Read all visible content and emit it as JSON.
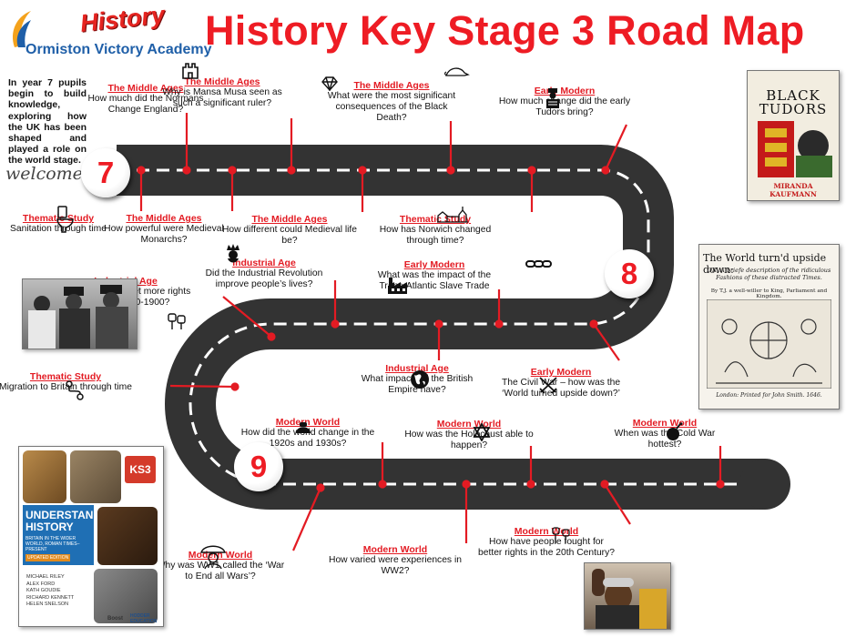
{
  "title": "History Key Stage 3 Road Map",
  "logo": {
    "history_text": "History",
    "school_name": "Ormiston Victory Academy"
  },
  "intro": "In year 7 pupils begin to build knowledge, exploring how the UK has been shaped and played a role on the world stage.",
  "welcome": "welcome",
  "markers": [
    "7",
    "8",
    "9"
  ],
  "nodes": [
    {
      "category": "The Middle Ages",
      "question": "How much did the Normans Change England?"
    },
    {
      "category": "The Middle Ages",
      "question": "Why is Mansa Musa seen as such a significant ruler?"
    },
    {
      "category": "The Middle Ages",
      "question": "What were the most significant consequences of the Black Death?"
    },
    {
      "category": "Early Modern",
      "question": "How much change did the early Tudors bring?"
    },
    {
      "category": "Thematic Study",
      "question": "Sanitation through time"
    },
    {
      "category": "The Middle Ages",
      "question": "How powerful were Medieval Monarchs?"
    },
    {
      "category": "The Middle Ages",
      "question": "How different could Medieval life be?"
    },
    {
      "category": "Thematic Study",
      "question": "How has Norwich changed through time?"
    },
    {
      "category": "Industrial Age",
      "question": "How did people get more rights between 1750-1900?"
    },
    {
      "category": "Industrial Age",
      "question": "Did the Industrial Revolution improve people’s lives?"
    },
    {
      "category": "Early Modern",
      "question": "What was the impact of the Trans-Atlantic Slave Trade"
    },
    {
      "category": "Industrial Age",
      "question": "What impact did the British Empire have?"
    },
    {
      "category": "Early Modern",
      "question": "The Civil War – how was the ‘World turned upside down?’"
    },
    {
      "category": "Thematic Study",
      "question": "Migration to Britain through time"
    },
    {
      "category": "Modern World",
      "question": "How did the world change in the 1920s and 1930s?"
    },
    {
      "category": "Modern World",
      "question": "How was the Holocaust able to happen?"
    },
    {
      "category": "Modern World",
      "question": "When was the Cold War hottest?"
    },
    {
      "category": "Modern World",
      "question": "Why was WW1 called the ‘War to End all Wars’?"
    },
    {
      "category": "Modern World",
      "question": "How varied were experiences in WW2?"
    },
    {
      "category": "Modern World",
      "question": "How have people fought for better rights in the 20th Century?"
    }
  ],
  "books": {
    "black_tudors": {
      "title": "BLACK TUDORS",
      "author": "MIRANDA KAUFMANN"
    },
    "world_turned": {
      "title": "The World turn'd upside down:",
      "subtitle": "OR, A briefe description of the ridiculous Fashions of these distracted Times.",
      "byline": "By T.J. a well-willer to King, Parliament and Kingdom.",
      "imprint": "London: Printed for John Smith. 1646."
    },
    "understanding": {
      "badge": "KS3",
      "title": "UNDERSTANDING HISTORY",
      "subtitle": "BRITAIN IN THE WIDER WORLD, ROMAN TIMES–PRESENT",
      "edition": "UPDATED EDITION",
      "authors": [
        "MICHAEL RILEY",
        "ALEX FORD",
        "KATH GOUDIE",
        "RICHARD KENNETT",
        "HELEN SNELSON"
      ],
      "publisher": "HODDER EDUCATION",
      "boost": "Boost"
    }
  },
  "colors": {
    "accent": "#ee1c24",
    "road": "#333333",
    "line": "#ffffff",
    "marker": "#e31b23"
  }
}
